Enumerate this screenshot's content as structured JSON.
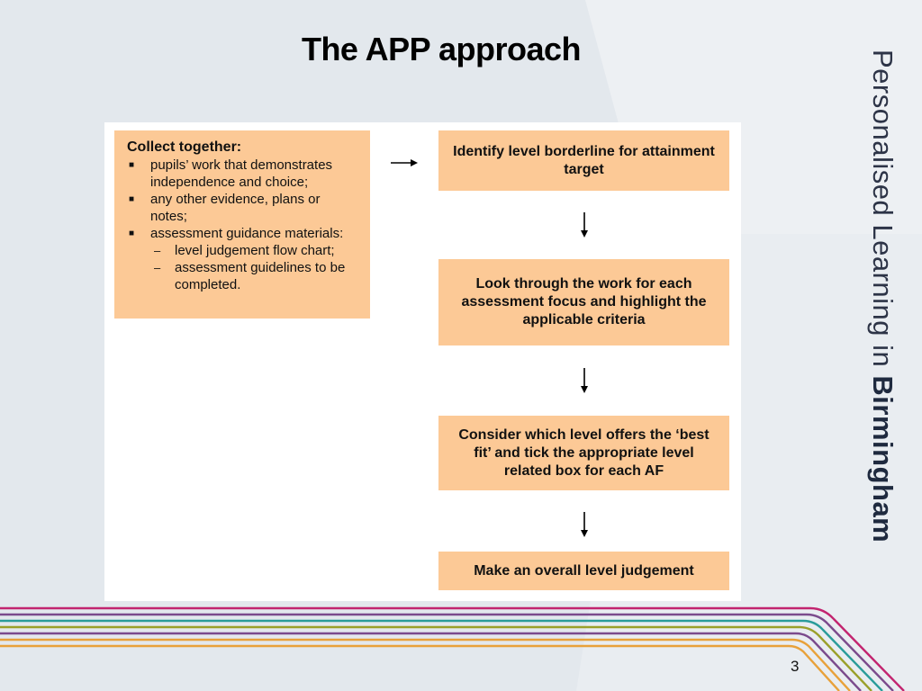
{
  "slide": {
    "title": "The APP approach",
    "page_number": "3"
  },
  "branding": {
    "word1": "Personalised",
    "word2": "Learning",
    "word3": "in",
    "word4": "Birmingham"
  },
  "collect_box": {
    "heading": "Collect together:",
    "items": [
      "pupils’ work that demonstrates independence and choice;",
      "any other evidence, plans or notes;",
      "assessment guidance materials:"
    ],
    "sub_items": [
      "level judgement flow chart;",
      "assessment guidelines to be completed."
    ]
  },
  "flow": {
    "step1": "Identify level borderline for attainment target",
    "step2": "Look through the work for each assessment focus and highlight the applicable criteria",
    "step3": "Consider which level offers the ‘best fit’ and tick the appropriate level related box for each AF",
    "step4": "Make an overall level judgement"
  },
  "colors": {
    "box_fill": "#fcc996",
    "background": "#e9edf1",
    "line_magenta": "#c2246f",
    "line_purple": "#7b4a8c",
    "line_teal": "#2a9c9a",
    "line_olive": "#9aa02a",
    "line_orange": "#e8a13a"
  }
}
